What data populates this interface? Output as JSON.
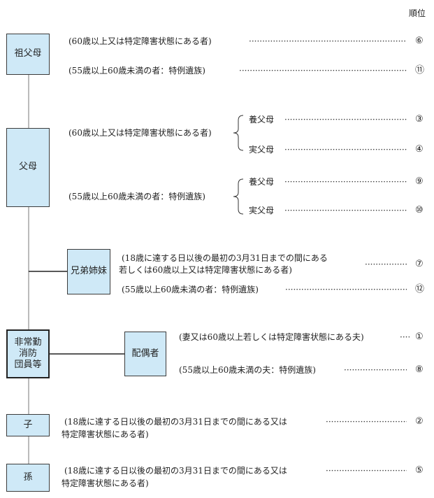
{
  "header": {
    "rank_label": "順位"
  },
  "boxes": {
    "sofubo": "祖父母",
    "fubo": "父母",
    "kyodai": "兄弟姉妹",
    "main_l1": "非常勤",
    "main_l2": "消防",
    "main_l3": "団員等",
    "haigusha": "配偶者",
    "ko": "子",
    "mago": "孫"
  },
  "rows": {
    "sofubo_a": "(60歳以上又は特定障害状態にある者)",
    "sofubo_a_rank": "⑥",
    "sofubo_b": "(55歳以上60歳未満の者：特例遺族)",
    "sofubo_b_rank": "⑪",
    "fubo_a": "(60歳以上又は特定障害状態にある者)",
    "fubo_a_yofubo": "養父母",
    "fubo_a_yofubo_rank": "③",
    "fubo_a_jitsufubo": "実父母",
    "fubo_a_jitsufubo_rank": "④",
    "fubo_b": "(55歳以上60歳未満の者：特例遺族)",
    "fubo_b_yofubo": "養父母",
    "fubo_b_yofubo_rank": "⑨",
    "fubo_b_jitsufubo": "実父母",
    "fubo_b_jitsufubo_rank": "⑩",
    "kyodai_a1": "(18歳に達する日以後の最初の3月31日までの間にある",
    "kyodai_a2": "若しくは60歳以上又は特定障害状態にある者)",
    "kyodai_a_rank": "⑦",
    "kyodai_b": "(55歳以上60歳未満の者：特例遺族)",
    "kyodai_b_rank": "⑫",
    "haigusha_a": "(妻又は60歳以上若しくは特定障害状態にある夫)",
    "haigusha_a_rank": "①",
    "haigusha_b": "(55歳以上60歳未満の夫：特例遺族)",
    "haigusha_b_rank": "⑧",
    "ko_1": "(18歳に達する日以後の最初の3月31日までの間にある又は",
    "ko_2": "特定障害状態にある者)",
    "ko_rank": "②",
    "mago_1": "(18歳に達する日以後の最初の3月31日までの間にある又は",
    "mago_2": "特定障害状態にある者)",
    "mago_rank": "⑤"
  }
}
